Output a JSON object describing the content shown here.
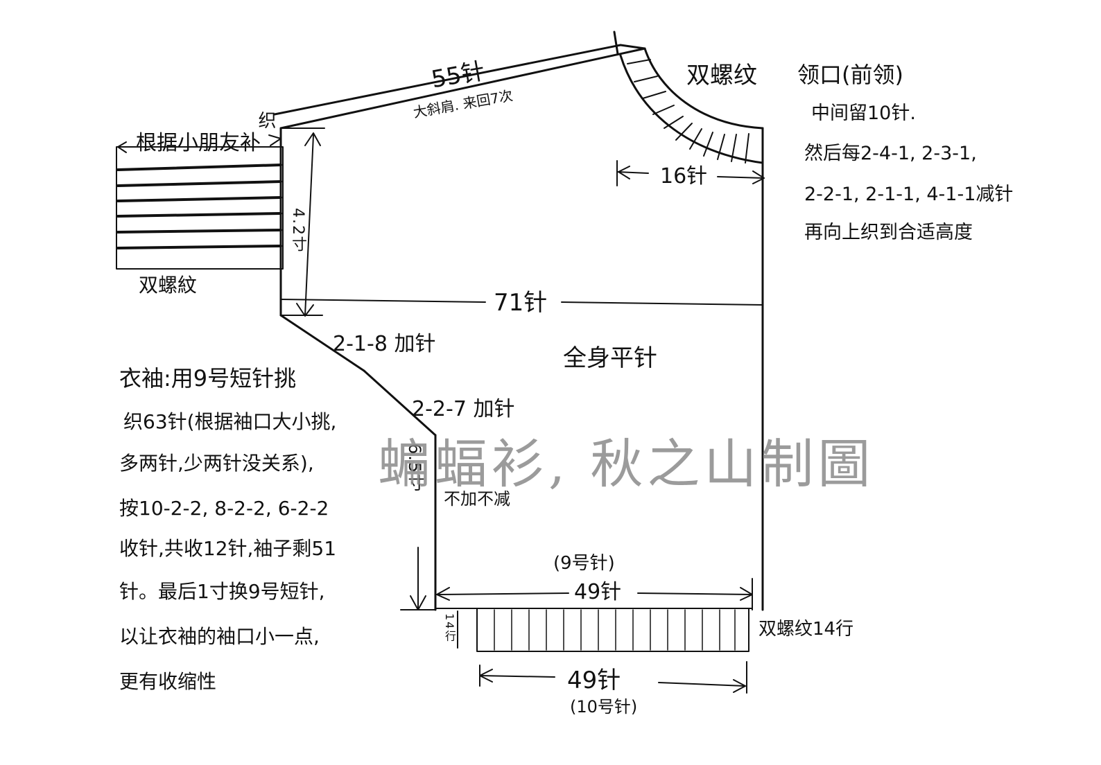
{
  "top_labels": {
    "shoulder_stitches": "55针",
    "shoulder_note": "大斜肩. 来回7次",
    "knit_label": "织",
    "cuff_width_label": "根据小朋友补",
    "neck_rib": "双螺纹",
    "neck_width": "16针",
    "sleeve_rib": "双螺紋",
    "cap_height": "4.2寸"
  },
  "neck_notes": {
    "title": "领口(前领)",
    "lines": [
      "中间留10针.",
      "然后每2-4-1, 2-3-1,",
      "2-2-1, 2-1-1, 4-1-1减针",
      "再向上织到合适高度"
    ]
  },
  "body_labels": {
    "width_71": "71针",
    "increase_1": "2-1-8 加针",
    "body_stitch": "全身平针",
    "increase_2": "2-2-7 加针",
    "no_change": "不加不减",
    "side_height": "6.5寸",
    "needle_9": "(9号针)",
    "hem_stitches_top": "49针",
    "hem_rows": "14行",
    "hem_rib": "双螺纹14行",
    "hem_stitches_bottom": "49针",
    "needle_10": "(10号针)"
  },
  "sleeve_notes": {
    "lines": [
      "衣袖:用9号短针挑",
      "织63针(根据袖口大小挑,",
      "多两针,少两针没关系),",
      "按10-2-2, 8-2-2, 6-2-2",
      "收针,共收12针,袖子剩51",
      "针。最后1寸换9号短针,",
      "以让衣袖的袖口小一点,",
      "更有收缩性"
    ]
  },
  "watermark": "蝙蝠衫,  秋之山制圖",
  "colors": {
    "ink": "#111111",
    "watermark": "#8a8a8a"
  }
}
